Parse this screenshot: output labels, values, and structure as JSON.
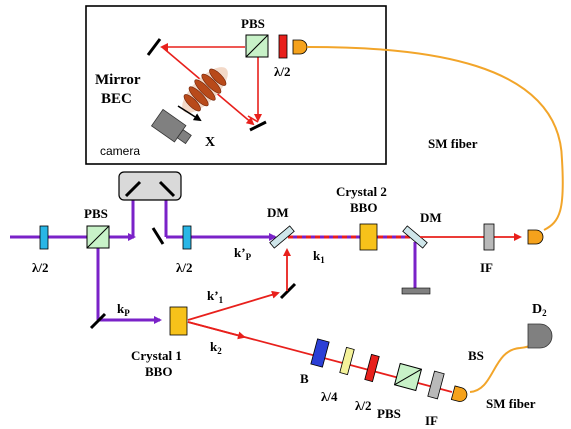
{
  "labels": {
    "pbs_inset": "PBS",
    "half_wave_inset": "λ/2",
    "mirror_bec_line1": "Mirror",
    "mirror_bec_line2": "BEC",
    "camera": "camera",
    "x_axis": "X",
    "sm_fiber_top": "SM fiber",
    "pbs_main": "PBS",
    "half_wave_left": "λ/2",
    "half_wave_mid": "λ/2",
    "dm_left": "DM",
    "dm_right": "DM",
    "crystal2_line1": "Crystal 2",
    "crystal2_line2": "BBO",
    "kp_prime_base": "k’",
    "kp_prime_sub": "P",
    "k1_base": "k",
    "k1_sub": "1",
    "if_top": "IF",
    "kp_base": "k",
    "kp_sub": "P",
    "k1_prime_base": "k’",
    "k1_prime_sub": "1",
    "k2_base": "k",
    "k2_sub": "2",
    "crystal1_line1": "Crystal 1",
    "crystal1_line2": "BBO",
    "b_filter": "B",
    "quarter_wave": "λ/4",
    "half_wave_bottom": "λ/2",
    "pbs_bottom": "PBS",
    "if_bottom": "IF",
    "d2_base": "D",
    "d2_sub": "2",
    "bs": "BS",
    "sm_fiber_bottom": "SM fiber"
  },
  "colors": {
    "pump_beam": "#7a22c8",
    "photon_beam": "#e8201c",
    "fiber": "#f2a52a",
    "waveplate_blue": "#29b6e6",
    "crystal": "#f7c21a",
    "pbs_fill": "#c8f2c8",
    "dm_fill": "#cfe6ea",
    "if_fill": "#b9b9b9",
    "waveplate_red": "#e8201c",
    "b_filter": "#2b3fd6",
    "quarter_wave_fill": "#f4f29a",
    "detector": "#808080",
    "coupler": "#f5a21c"
  },
  "icons": {
    "camera": "camera-icon",
    "condensate": "bec-cloud-icon",
    "detector": "detector-icon"
  }
}
